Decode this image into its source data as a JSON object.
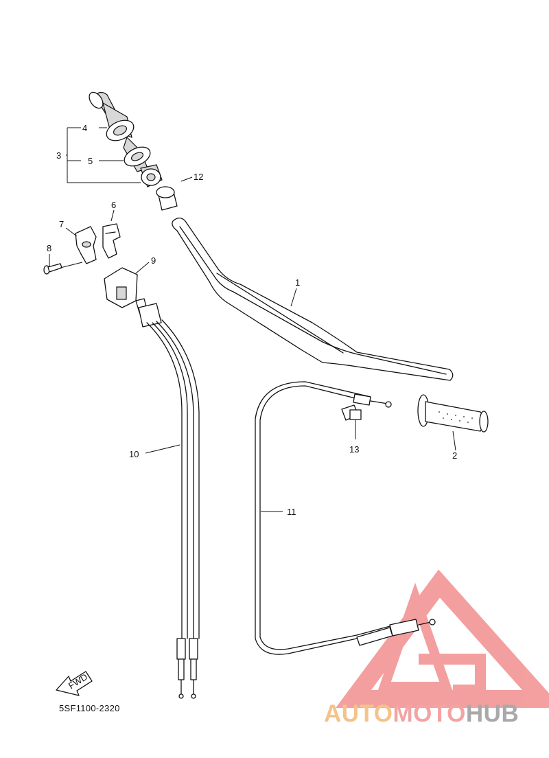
{
  "diagram": {
    "code": "5SF1100-2320",
    "fwd_label": "FWD",
    "callouts": {
      "c1": "1",
      "c2": "2",
      "c3": "3",
      "c4": "4",
      "c5": "5",
      "c6": "6",
      "c7": "7",
      "c8": "8",
      "c9": "9",
      "c10": "10",
      "c11": "11",
      "c12": "12",
      "c13": "13"
    }
  },
  "watermark": {
    "part1": "AUTO",
    "part2": "MOTO",
    "part3": "HUB",
    "colors": {
      "auto": "#f5c38a",
      "moto": "#f3a3a3",
      "hub": "#a9a9a9",
      "logo": "#f08080"
    }
  }
}
